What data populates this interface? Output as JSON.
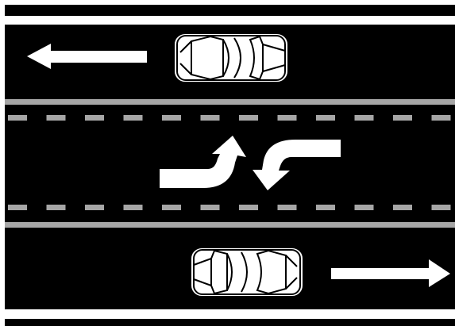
{
  "colors": {
    "background": "#ffffff",
    "road": "#000000",
    "lane_line": "#a6a6a6",
    "marking": "#ffffff",
    "car_body": "#ffffff",
    "car_outline": "#000000"
  },
  "lanes": [
    {
      "role": "travel",
      "direction": "left"
    },
    {
      "role": "center-two-way-left-turn",
      "direction": "both"
    },
    {
      "role": "travel",
      "direction": "right"
    }
  ],
  "vehicles": [
    {
      "lane": "top",
      "facing": "right"
    },
    {
      "lane": "bottom",
      "facing": "right"
    }
  ],
  "markings": {
    "direction_arrows": [
      "left",
      "right"
    ],
    "turn_arrows": [
      "left-turn-up",
      "left-turn-down"
    ]
  }
}
